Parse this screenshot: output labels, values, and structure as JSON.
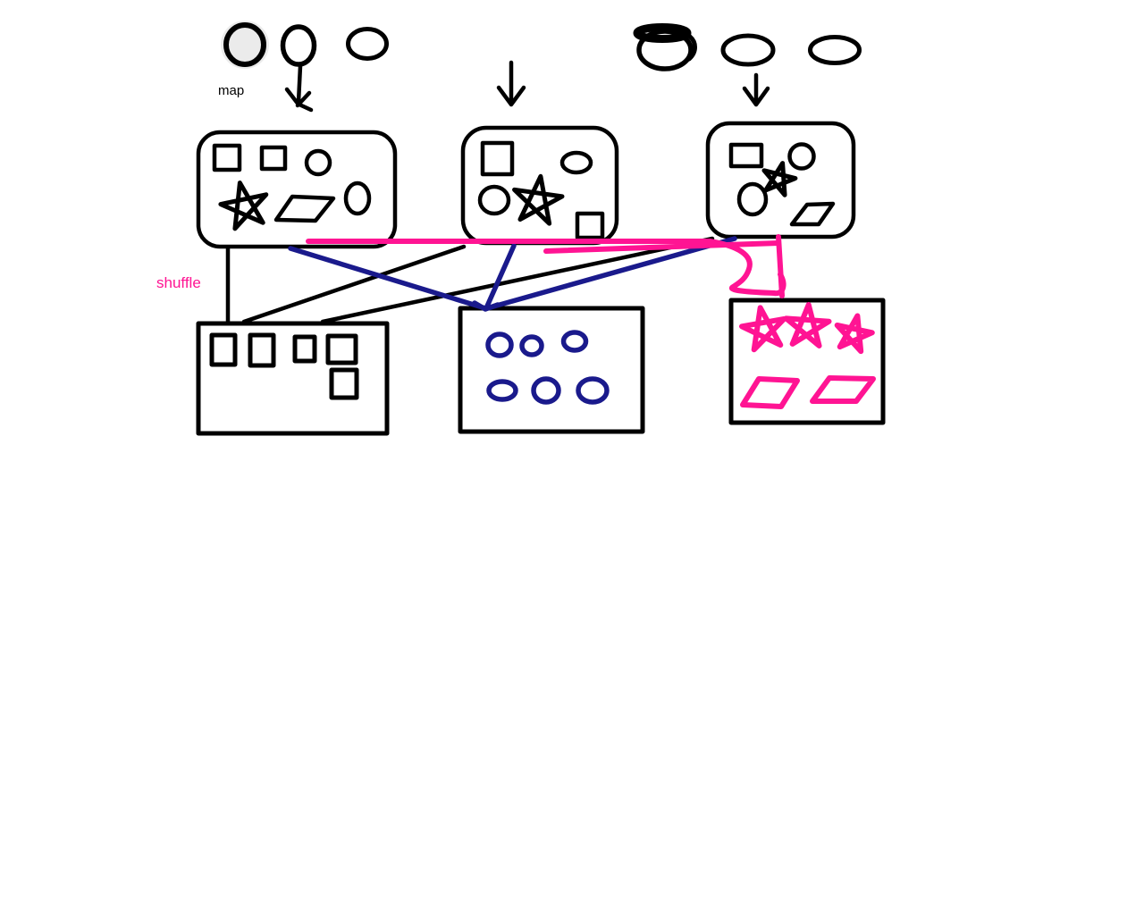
{
  "labels": {
    "map": "map",
    "shuffle": "shuffle"
  },
  "colors": {
    "ink": "#000000",
    "pink": "#ff1493",
    "navy": "#1a1a8c",
    "halo": "#ebebeb",
    "background": "#ffffff"
  },
  "diagram": {
    "type": "hand-drawn map / shuffle diagram (MapReduce style)",
    "input_groups": [
      {
        "name": "input-group-left",
        "items": [
          "circle-highlighted",
          "circle",
          "ellipse"
        ]
      },
      {
        "name": "input-group-right",
        "items": [
          "scribbled-ellipse",
          "ellipse",
          "ellipse"
        ]
      }
    ],
    "map_arrows": 3,
    "map_boxes": [
      {
        "name": "map-output-1",
        "shapes": [
          "square",
          "square",
          "circle",
          "star",
          "parallelogram",
          "ellipse"
        ]
      },
      {
        "name": "map-output-2",
        "shapes": [
          "square",
          "ellipse",
          "ellipse",
          "star",
          "square"
        ]
      },
      {
        "name": "map-output-3",
        "shapes": [
          "rectangle",
          "circle",
          "star",
          "circle",
          "parallelogram"
        ]
      }
    ],
    "reduce_boxes": [
      {
        "name": "reduce-squares",
        "ink": "black",
        "shapes": [
          "square",
          "square",
          "square",
          "square",
          "square"
        ]
      },
      {
        "name": "reduce-circles",
        "ink": "navy",
        "shapes": [
          "circle",
          "circle",
          "ellipse",
          "ellipse",
          "circle",
          "ellipse"
        ]
      },
      {
        "name": "reduce-stars-parallelograms",
        "ink": "pink",
        "shapes": [
          "star",
          "star",
          "star",
          "parallelogram",
          "parallelogram"
        ]
      }
    ],
    "links": {
      "black_square_links": 3,
      "navy_circle_links": 3,
      "pink_star_links": "horizontal lines with curved arrow into star box"
    }
  }
}
